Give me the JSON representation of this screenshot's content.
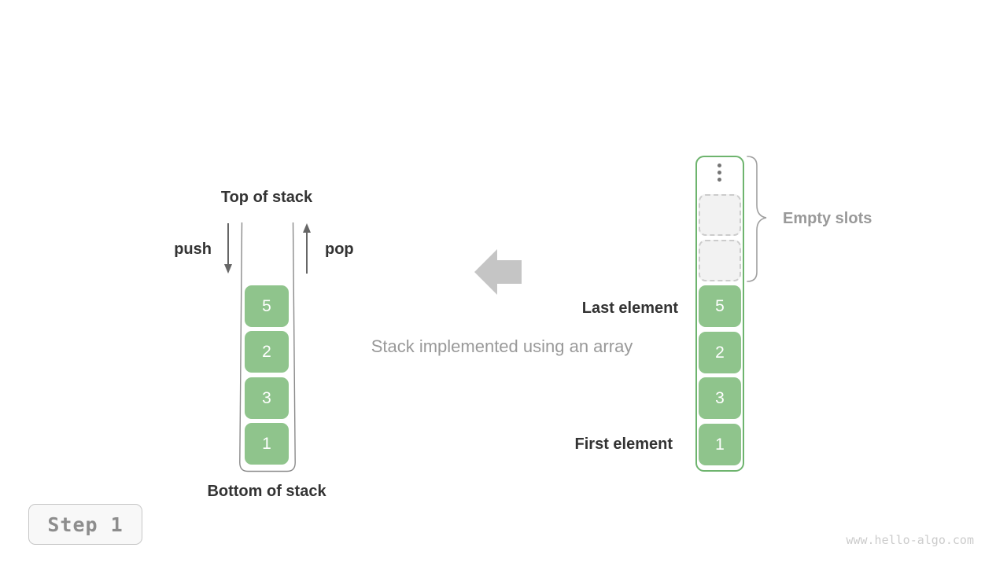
{
  "left_stack": {
    "top_label": "Top of stack",
    "bottom_label": "Bottom of stack",
    "push_label": "push",
    "pop_label": "pop",
    "cells": [
      "5",
      "2",
      "3",
      "1"
    ]
  },
  "center": {
    "caption": "Stack implemented using an array",
    "arrow_direction": "left"
  },
  "array": {
    "cells": [
      "5",
      "2",
      "3",
      "1"
    ],
    "empty_slot_count": 2,
    "ellipsis_dot_count": 3,
    "empty_slots_label": "Empty slots",
    "last_element_label": "Last element",
    "first_element_label": "First element"
  },
  "footer": {
    "step_label": "Step 1",
    "watermark": "www.hello-algo.com"
  },
  "colors": {
    "cell_green": "#8fc48c",
    "container_green": "#6eb46e",
    "slot_fill": "#f2f2f2",
    "slot_border": "#cccccc",
    "dark_text": "#333333",
    "gray_text": "#999999",
    "outline_gray": "#8a8a8a",
    "arrow_dark": "#666666",
    "block_arrow_gray": "#c5c5c5",
    "brace_gray": "#9e9e9e",
    "dot_gray": "#757575",
    "step_bg": "#f8f8f8",
    "step_border": "#c6c6c6",
    "step_text": "#8d8d8d",
    "watermark_gray": "#cccccc"
  }
}
